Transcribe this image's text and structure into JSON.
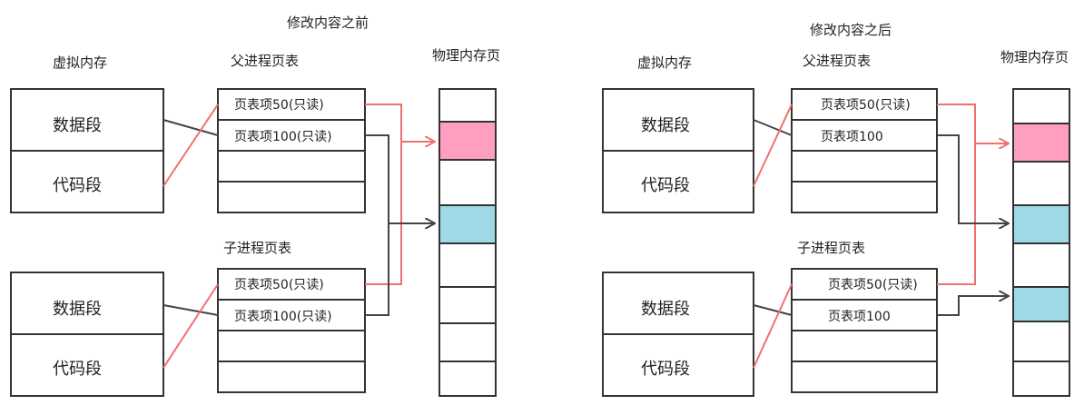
{
  "colors": {
    "accent_pink": "#ff9fbf",
    "accent_blue": "#9fd8e6",
    "ink": "#444444",
    "red_line": "#f07070"
  },
  "left": {
    "title": "修改内容之前",
    "virtual_memory_label": "虚拟内存",
    "parent_table_label": "父进程页表",
    "child_table_label": "子进程页表",
    "physical_label": "物理内存页",
    "parent_vm": {
      "data_segment": "数据段",
      "code_segment": "代码段"
    },
    "child_vm": {
      "data_segment": "数据段",
      "code_segment": "代码段"
    },
    "parent_entries": [
      "页表项50(只读)",
      "页表项100(只读)"
    ],
    "child_entries": [
      "页表项50(只读)",
      "页表项100(只读)"
    ]
  },
  "right": {
    "title": "修改内容之后",
    "virtual_memory_label": "虚拟内存",
    "parent_table_label": "父进程页表",
    "child_table_label": "子进程页表",
    "physical_label": "物理内存页",
    "parent_vm": {
      "data_segment": "数据段",
      "code_segment": "代码段"
    },
    "child_vm": {
      "data_segment": "数据段",
      "code_segment": "代码段"
    },
    "parent_entries": [
      "页表项50(只读)",
      "页表项100"
    ],
    "child_entries": [
      "页表项50(只读)",
      "页表项100"
    ]
  }
}
